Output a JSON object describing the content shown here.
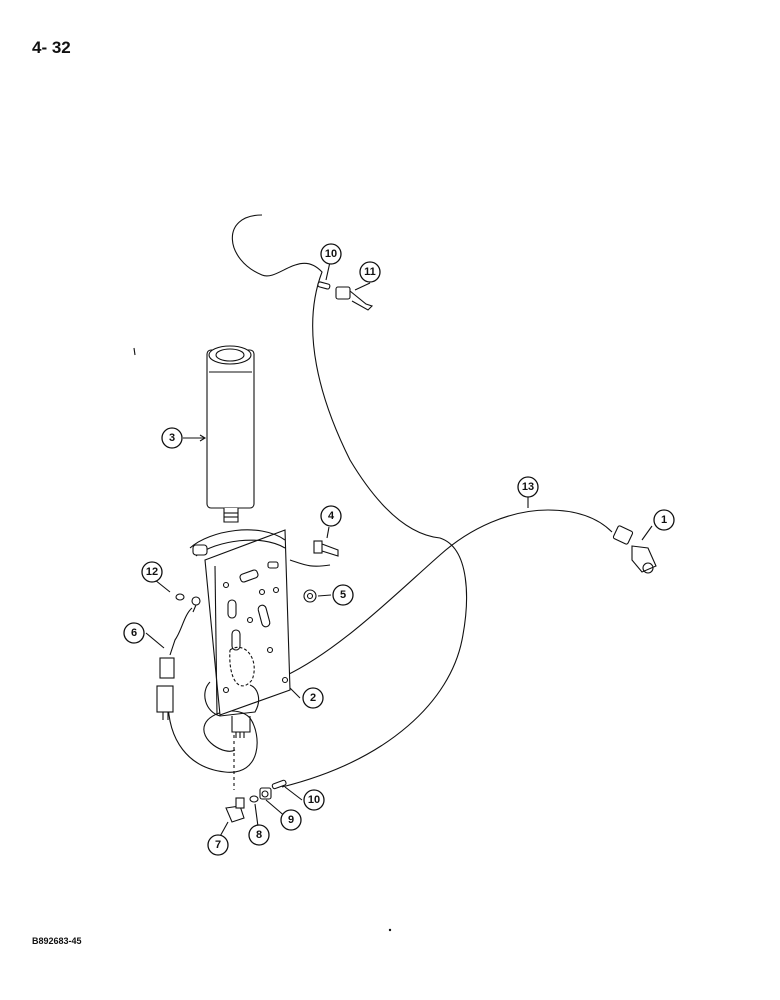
{
  "page": {
    "number": "4- 32",
    "figure_code": "B892683-45"
  },
  "callouts": {
    "c1": "1",
    "c2": "2",
    "c3": "3",
    "c4": "4",
    "c5": "5",
    "c6": "6",
    "c7": "7",
    "c8": "8",
    "c9": "9",
    "c10a": "10",
    "c10b": "10",
    "c11": "11",
    "c12": "12",
    "c13": "13"
  }
}
